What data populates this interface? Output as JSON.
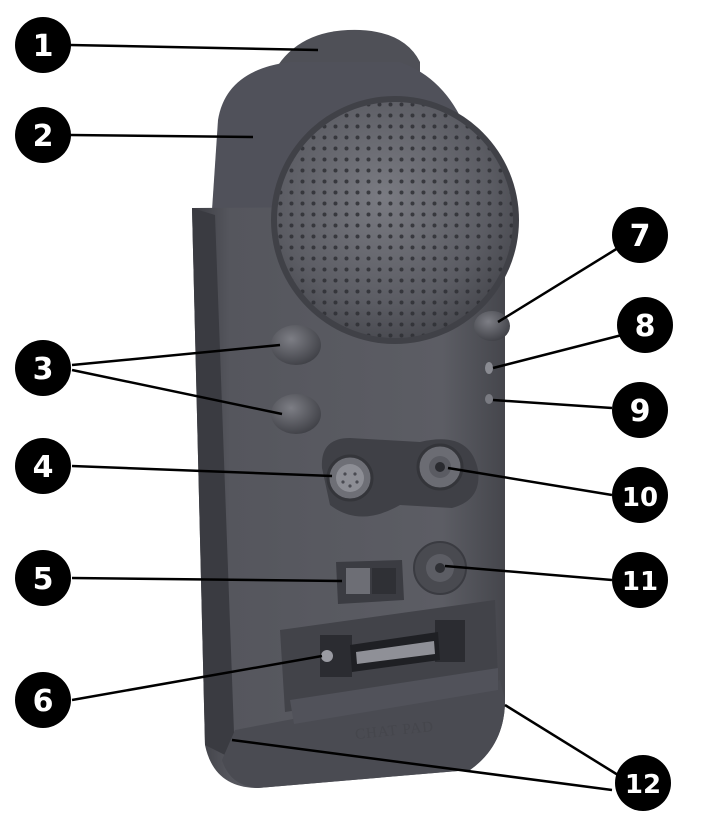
{
  "callouts": [
    {
      "number": "1"
    },
    {
      "number": "2"
    },
    {
      "number": "3"
    },
    {
      "number": "4"
    },
    {
      "number": "5"
    },
    {
      "number": "6"
    },
    {
      "number": "7"
    },
    {
      "number": "8"
    },
    {
      "number": "9"
    },
    {
      "number": "10"
    },
    {
      "number": "11"
    },
    {
      "number": "12"
    }
  ],
  "device": {
    "brand_mark": "CHAT PAD"
  },
  "colors": {
    "body": "#55565d",
    "body_dark": "#3a3b41",
    "body_light": "#6b6c73",
    "callout": "#000000",
    "callout_text": "#ffffff",
    "leader": "#000000"
  }
}
